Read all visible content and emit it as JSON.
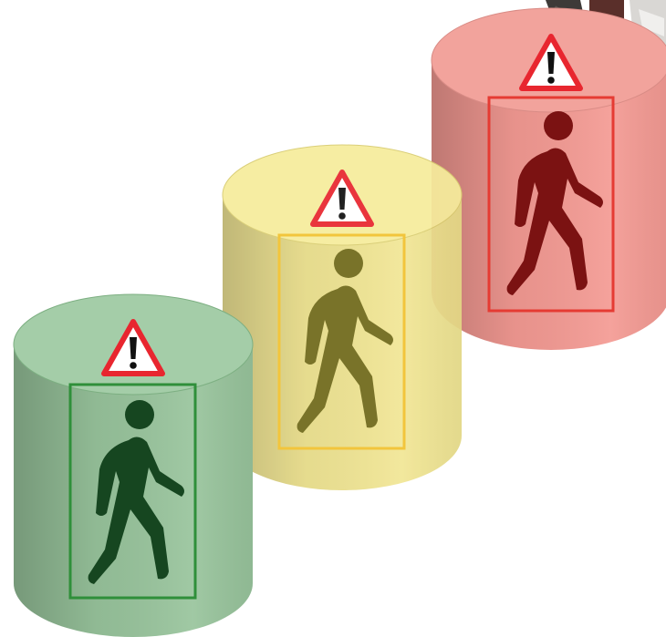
{
  "zones": [
    {
      "id": "red",
      "level": "high",
      "body_color": "#f49a93",
      "top_color": "#f2a39c",
      "box_color": "#e53b33",
      "figure_color": "#7b1212"
    },
    {
      "id": "yellow",
      "level": "medium",
      "body_color": "#f1e58d",
      "top_color": "#f6ec9c",
      "box_color": "#f2c12e",
      "figure_color": "#6f6919"
    },
    {
      "id": "green",
      "level": "low",
      "body_color": "#98c49c",
      "top_color": "#a4cda8",
      "box_color": "#2f8f3a",
      "figure_color": "#164620"
    }
  ],
  "warning_icon": {
    "name": "warning-triangle-icon",
    "symbol": "!",
    "stroke": "#e8262f",
    "fill": "#ffffff",
    "glyph_color": "#111111"
  },
  "person_icon": {
    "name": "walking-person-icon"
  },
  "photo_fragment": {
    "name": "feet-photo-fragment"
  }
}
